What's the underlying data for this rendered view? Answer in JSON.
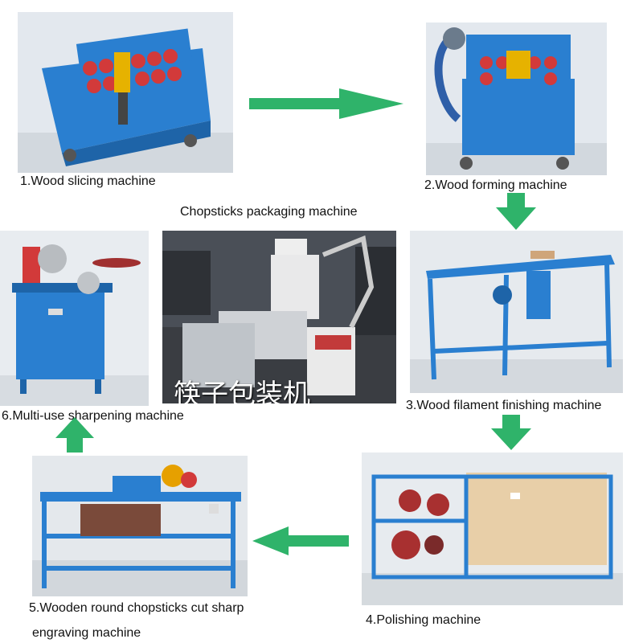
{
  "steps": [
    {
      "label": "1.Wood slicing machine"
    },
    {
      "label": "2.Wood forming machine"
    },
    {
      "label": "3.Wood filament finishing machine"
    },
    {
      "label": "4.Polishing machine"
    },
    {
      "label": "5.Wooden round chopsticks cut sharp",
      "label2": "engraving machine"
    },
    {
      "label": "6.Multi-use sharpening machine"
    }
  ],
  "packaging": {
    "title": "Chopsticks packaging machine",
    "overlay_text": "筷子包装机"
  },
  "colors": {
    "arrow": "#2fb36a",
    "machine_blue": "#2a7fd0",
    "wheel_red": "#d23a3a",
    "wall": "#dfe6ec"
  },
  "icons": [
    "arrow-right-icon",
    "arrow-down-icon",
    "arrow-left-icon",
    "arrow-up-icon"
  ]
}
